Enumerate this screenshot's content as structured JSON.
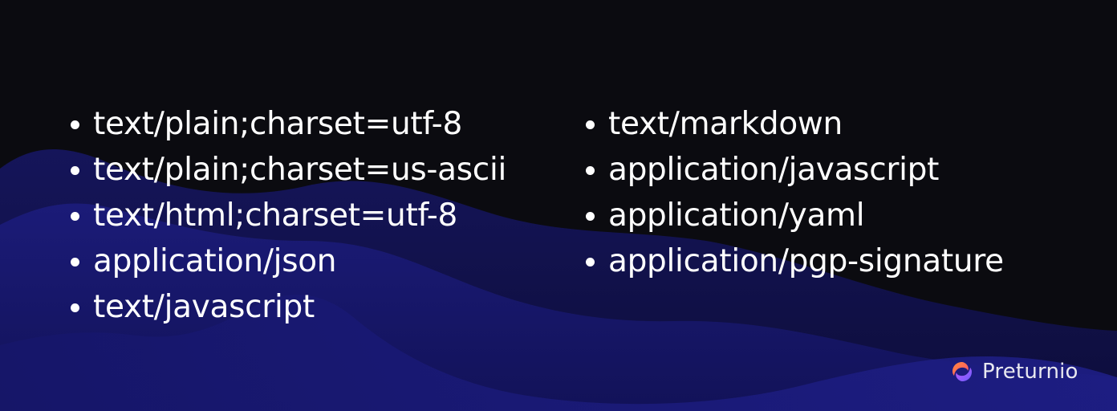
{
  "left_list": [
    "text/plain;charset=utf-8",
    "text/plain;charset=us-ascii",
    "text/html;charset=utf-8",
    "application/json",
    "text/javascript"
  ],
  "right_list": [
    "text/markdown",
    "application/javascript",
    "application/yaml",
    "application/pgp-signature"
  ],
  "brand": {
    "name": "Preturnio",
    "logo_icon": "preturnio-swirl-icon"
  },
  "colors": {
    "background": "#0b0b10",
    "wave_dark": "#12124a",
    "wave_mid": "#171766",
    "wave_bright": "#1f1f8a",
    "text": "#ffffff",
    "logo_orange": "#ff7a3d",
    "logo_purple": "#8a5cff"
  }
}
